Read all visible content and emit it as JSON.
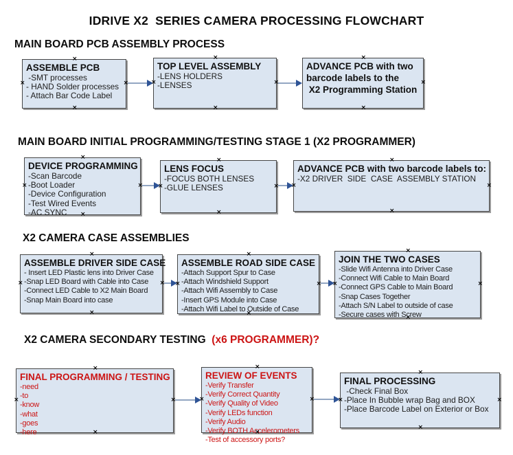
{
  "title": "IDRIVE X2  SERIES CAMERA PROCESSING FLOWCHART",
  "colors": {
    "box_fill": "#dbe5f1",
    "box_border": "#454545",
    "arrow_line": "#92a6c2",
    "arrow_head": "#2f5496",
    "red_text": "#cc1414",
    "black_text": "#0d0d0d"
  },
  "sections": [
    {
      "header": "MAIN BOARD PCB ASSEMBLY PROCESS",
      "boxes": [
        {
          "title": "ASSEMBLE PCB",
          "lines": [
            " -SMT processes",
            "- HAND Solder processes",
            "- Attach Bar Code Label"
          ]
        },
        {
          "title": "TOP LEVEL ASSEMBLY",
          "lines": [
            "-LENS HOLDERS",
            "-LENSES"
          ]
        },
        {
          "title_lines": [
            "ADVANCE PCB with two",
            "barcode labels to the",
            " X2 Programming Station"
          ]
        }
      ]
    },
    {
      "header": "MAIN BOARD INITIAL PROGRAMMING/TESTING STAGE 1 (X2 PROGRAMMER)",
      "boxes": [
        {
          "title": "DEVICE PROGRAMMING",
          "lines": [
            "-Scan Barcode",
            "-Boot Loader",
            "-Device Configuration",
            "-Test Wired Events",
            "-AC SYNC"
          ]
        },
        {
          "title": "LENS FOCUS",
          "lines": [
            "-FOCUS BOTH LENSES",
            "-GLUE LENSES"
          ]
        },
        {
          "title": "ADVANCE PCB with two barcode labels to:",
          "lines": [
            "-X2 DRIVER  SIDE  CASE  ASSEMBLY STATION"
          ]
        }
      ]
    },
    {
      "header": "X2 CAMERA CASE ASSEMBLIES",
      "boxes": [
        {
          "title": "ASSEMBLE DRIVER SIDE CASE",
          "lines": [
            "- Insert LED Plastic lens into Driver Case",
            "-Snap LED Board with Cable into Case",
            "-Connect LED Cable to X2 Main Board",
            "-Snap Main Board into case"
          ]
        },
        {
          "title": "ASSEMBLE ROAD SIDE CASE",
          "lines": [
            "-Attach Support Spur to Case",
            "-Attach Windshield Support",
            "-Attach Wifi Assembly to Case",
            "-Insert GPS Module into Case",
            "-Attach Wifi Label to Outside of Case"
          ]
        },
        {
          "title": "JOIN THE TWO CASES",
          "lines": [
            "-Slide Wifi Antenna into Driver Case",
            "-Connect Wifi Cable to Main Board",
            "-Connect GPS Cable to Main Board",
            "-Snap Cases Together",
            "-Attach S/N Label to outside of case",
            "-Secure cases with Screw"
          ]
        }
      ]
    },
    {
      "header_black": "X2 CAMERA SECONDARY TESTING ",
      "header_red": " (x6 PROGRAMMER)?",
      "boxes": [
        {
          "title": "FINAL PROGRAMMING / TESTING",
          "lines": [
            "-need",
            "-to",
            "-know",
            "-what",
            "-goes",
            "-here"
          ]
        },
        {
          "title": "REVIEW OF EVENTS",
          "lines": [
            "-Verify Transfer",
            "-Verify Correct Quantity",
            "-Verify Quality of Video",
            "-Verify LEDs function",
            "-Verify Audio",
            "-Verify BOTH Accelerometers",
            "-Test of accessory ports?"
          ]
        },
        {
          "title": "FINAL PROCESSING",
          "lines": [
            " -Check Final Box",
            "-Place In Bubble wrap Bag and BOX",
            "-Place Barcode Label on Exterior or Box"
          ]
        }
      ]
    }
  ],
  "anchor_glyph": "×"
}
